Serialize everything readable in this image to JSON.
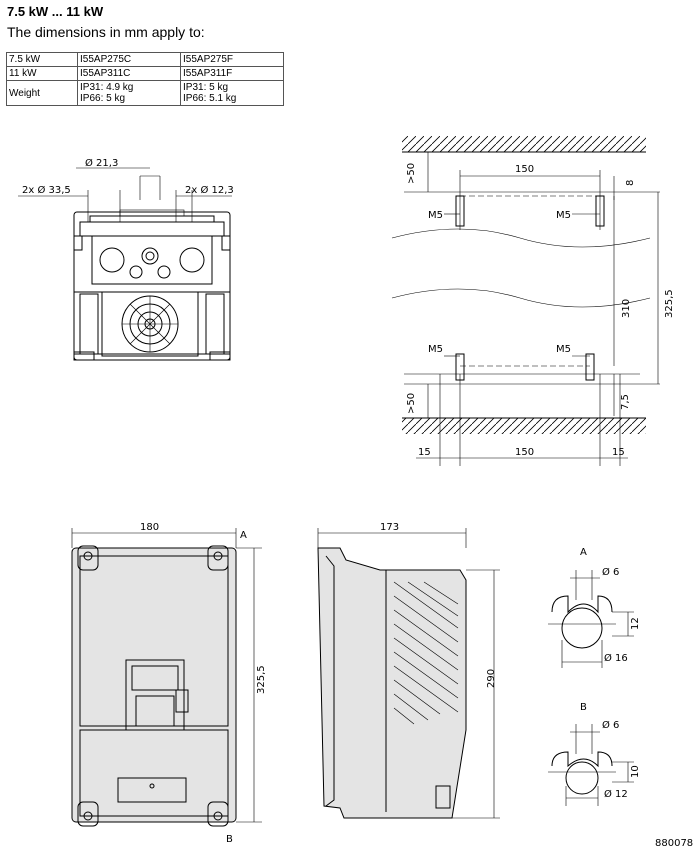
{
  "header": {
    "title": "7.5 kW ... 11 kW",
    "subtitle": "The dimensions in mm apply to:"
  },
  "spec_table": {
    "rows": [
      [
        "7.5 kW",
        "I55AP275C",
        "I55AP275F"
      ],
      [
        "11 kW",
        "I55AP311C",
        "I55AP311F"
      ]
    ],
    "weight_label": "Weight",
    "weight_c": [
      "IP31: 4.9 kg",
      "IP66: 5 kg"
    ],
    "weight_f": [
      "IP31: 5 kg",
      "IP66: 5.1 kg"
    ]
  },
  "front_view": {
    "gland_center": "Ø 21,3",
    "gland_left": "2x  Ø 33,5",
    "gland_right": "2x  Ø 12,3"
  },
  "mounting": {
    "clear_top": ">50",
    "hole_spacing_top": "150",
    "top_offset": "8",
    "screw_tl": "M5",
    "screw_tr": "M5",
    "screw_bl": "M5",
    "screw_br": "M5",
    "hole_pitch": "310",
    "total_height": "325,5",
    "clear_bottom": ">50",
    "bottom_offset": "7,5",
    "side_left": "15",
    "hole_spacing_bottom": "150",
    "side_right": "15"
  },
  "bottom_views": {
    "width": "180",
    "marker_a": "A",
    "marker_b": "B",
    "height": "325,5",
    "depth": "173",
    "side_height": "290"
  },
  "detail_a": {
    "label": "A",
    "slot": "Ø 6",
    "height": "12",
    "head": "Ø 16"
  },
  "detail_b": {
    "label": "B",
    "slot": "Ø 6",
    "height": "10",
    "head": "Ø 12"
  },
  "drawing_number": "880078"
}
